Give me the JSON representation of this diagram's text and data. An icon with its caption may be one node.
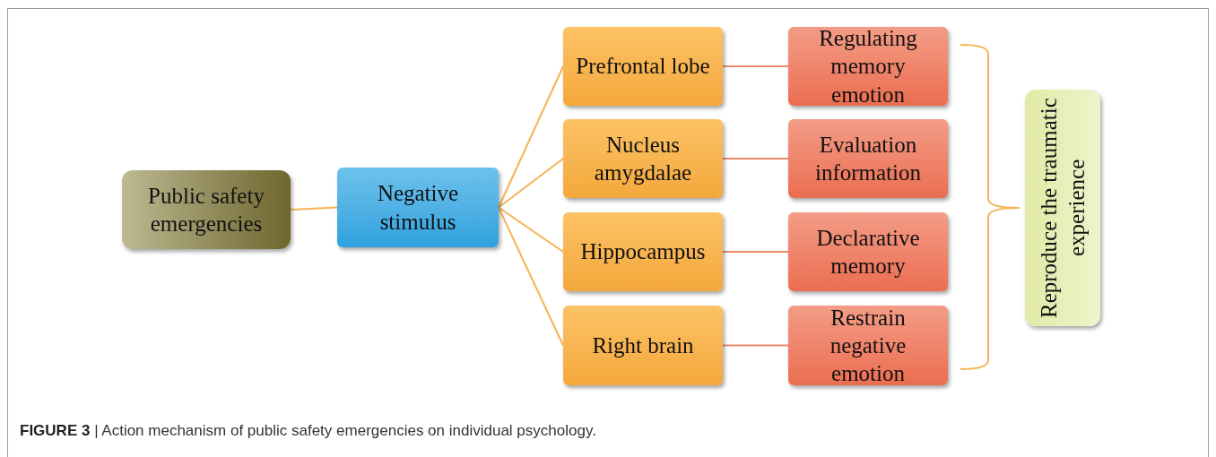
{
  "diagram": {
    "caption": "**FIGURE 3** | Action mechanism of public safety emergencies on individual psychology.",
    "nodes": [
      {
        "text": [
          "Public safety emergencies"
        ]
      },
      {
        "text": [
          "Negative stimulus"
        ]
      },
      {
        "text": [
          "Prefrontal lobe"
        ]
      },
      {
        "text": [
          "Nucleus amygdalae"
        ]
      },
      {
        "text": [
          "Hippocampus"
        ]
      },
      {
        "text": [
          "Right brain"
        ]
      },
      {
        "text": [
          "Regulating memory emotion"
        ]
      },
      {
        "text": [
          "Evaluation information"
        ]
      },
      {
        "text": [
          "Declarative memory"
        ]
      },
      {
        "text": [
          "Restrain negative emotion"
        ]
      },
      {
        "text": [
          "Reproduce the traumatic experience"
        ]
      }
    ],
    "edges": [
      {
        "from": 0,
        "to": 1,
        "arrow": "none"
      },
      {
        "from": 1,
        "to": 2,
        "arrow": "none"
      },
      {
        "from": 1,
        "to": 3,
        "arrow": "none"
      },
      {
        "from": 1,
        "to": 4,
        "arrow": "none"
      },
      {
        "from": 1,
        "to": 5,
        "arrow": "none"
      },
      {
        "from": 2,
        "to": 6,
        "arrow": "none",
        "color": "#ee8a6c"
      },
      {
        "from": 3,
        "to": 7,
        "arrow": "none",
        "color": "#ee8a6c"
      },
      {
        "from": 4,
        "to": 8,
        "arrow": "none",
        "color": "#ee8a6c"
      },
      {
        "from": 5,
        "to": 9,
        "arrow": "none",
        "color": "#ee8a6c"
      }
    ]
  }
}
